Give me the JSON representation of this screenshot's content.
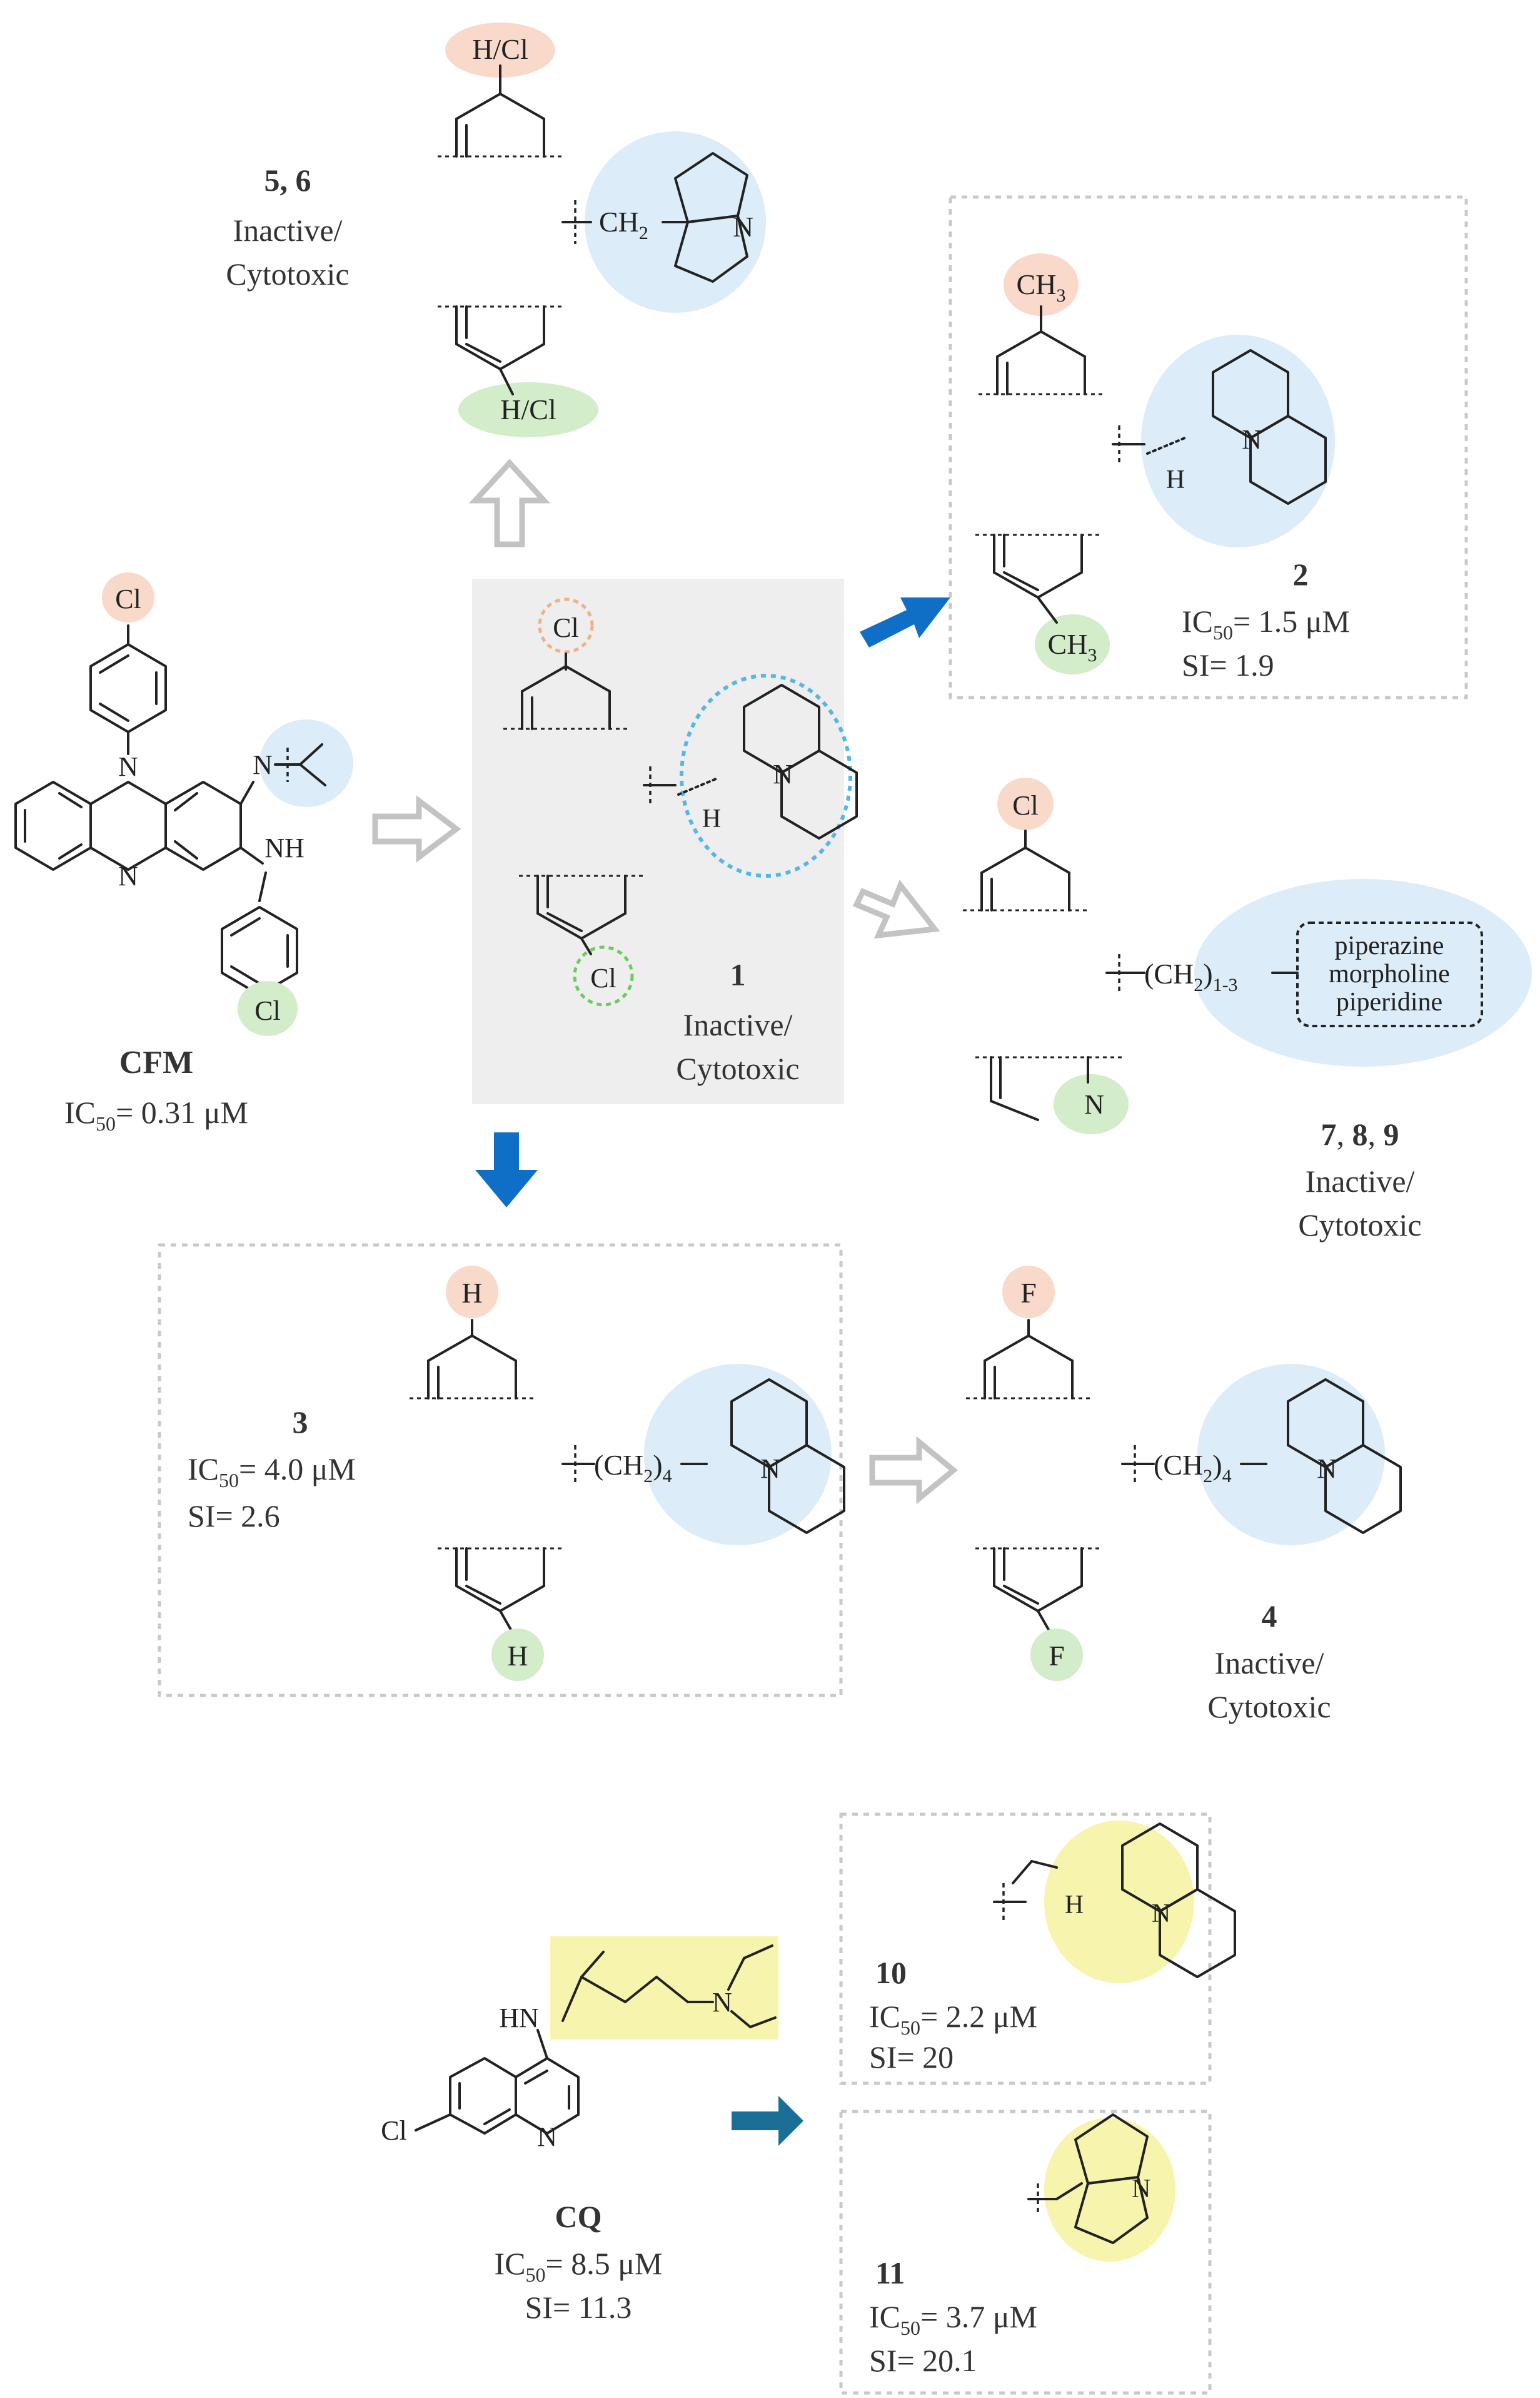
{
  "colors": {
    "red_highlight": "#f8d9ca",
    "green_highlight": "#d3ecca",
    "blue_highlight": "#dcecf8",
    "yellow_highlight": "#f7f4ad",
    "blue_arrow": "#0f6fc6",
    "teal_arrow": "#1b6f96",
    "gray_arrow": "#c3c3c3",
    "box_border": "#c9c9c9",
    "panel_bg": "#eeeeee"
  },
  "top": {
    "compound": "5, 6",
    "activity1": "Inactive/",
    "activity2": "Cytotoxic",
    "sub_top": "H/Cl",
    "sub_bottom": "H/Cl",
    "linker": "CH",
    "linker_sub": "2",
    "atom_n": "N"
  },
  "cfm": {
    "name": "CFM",
    "ic50_prefix": "IC",
    "ic50_sub": "50",
    "ic50_value": "= 0.31 μM",
    "cl_top": "Cl",
    "cl_bottom": "Cl",
    "n1": "N",
    "n2": "N",
    "n3": "N",
    "nh": "NH"
  },
  "center": {
    "compound": "1",
    "activity1": "Inactive/",
    "activity2": "Cytotoxic",
    "cl_top": "Cl",
    "cl_bottom": "Cl",
    "h": "H",
    "atom_n": "N"
  },
  "c2": {
    "compound": "2",
    "ic50_prefix": "IC",
    "ic50_sub": "50",
    "ic50_value": "= 1.5 μM",
    "si": "SI= 1.9",
    "sub_top": "CH",
    "sub_top_sub": "3",
    "sub_bottom": "CH",
    "sub_bottom_sub": "3",
    "h": "H",
    "atom_n": "N"
  },
  "c789": {
    "compound_a": "7",
    "compound_b": "8",
    "compound_c": "9",
    "activity1": "Inactive/",
    "activity2": "Cytotoxic",
    "cl": "Cl",
    "n": "N",
    "linker": "(CH",
    "linker_sub": "2",
    "linker_end": ")",
    "linker_range": "1-3",
    "amines": [
      "piperazine",
      "morpholine",
      "piperidine"
    ]
  },
  "c3": {
    "compound": "3",
    "ic50_prefix": "IC",
    "ic50_sub": "50",
    "ic50_value": "= 4.0 μM",
    "si": "SI= 2.6",
    "sub_top": "H",
    "sub_bottom": "H",
    "linker": "(CH",
    "linker_sub": "2",
    "linker_end": ")",
    "linker_count": "4",
    "atom_n": "N"
  },
  "c4": {
    "compound": "4",
    "activity1": "Inactive/",
    "activity2": "Cytotoxic",
    "sub_top": "F",
    "sub_bottom": "F",
    "linker": "(CH",
    "linker_sub": "2",
    "linker_end": ")",
    "linker_count": "4",
    "atom_n": "N"
  },
  "cq": {
    "name": "CQ",
    "ic50_prefix": "IC",
    "ic50_sub": "50",
    "ic50_value": "= 8.5 μM",
    "si": "SI= 11.3",
    "hn": "HN",
    "cl": "Cl",
    "n_ring": "N",
    "n_amine": "N"
  },
  "c10": {
    "compound": "10",
    "ic50_prefix": "IC",
    "ic50_sub": "50",
    "ic50_value": "= 2.2 μM",
    "si": "SI= 20",
    "h": "H",
    "atom_n": "N"
  },
  "c11": {
    "compound": "11",
    "ic50_prefix": "IC",
    "ic50_sub": "50",
    "ic50_value": "= 3.7 μM",
    "si": "SI= 20.1",
    "atom_n": "N"
  }
}
